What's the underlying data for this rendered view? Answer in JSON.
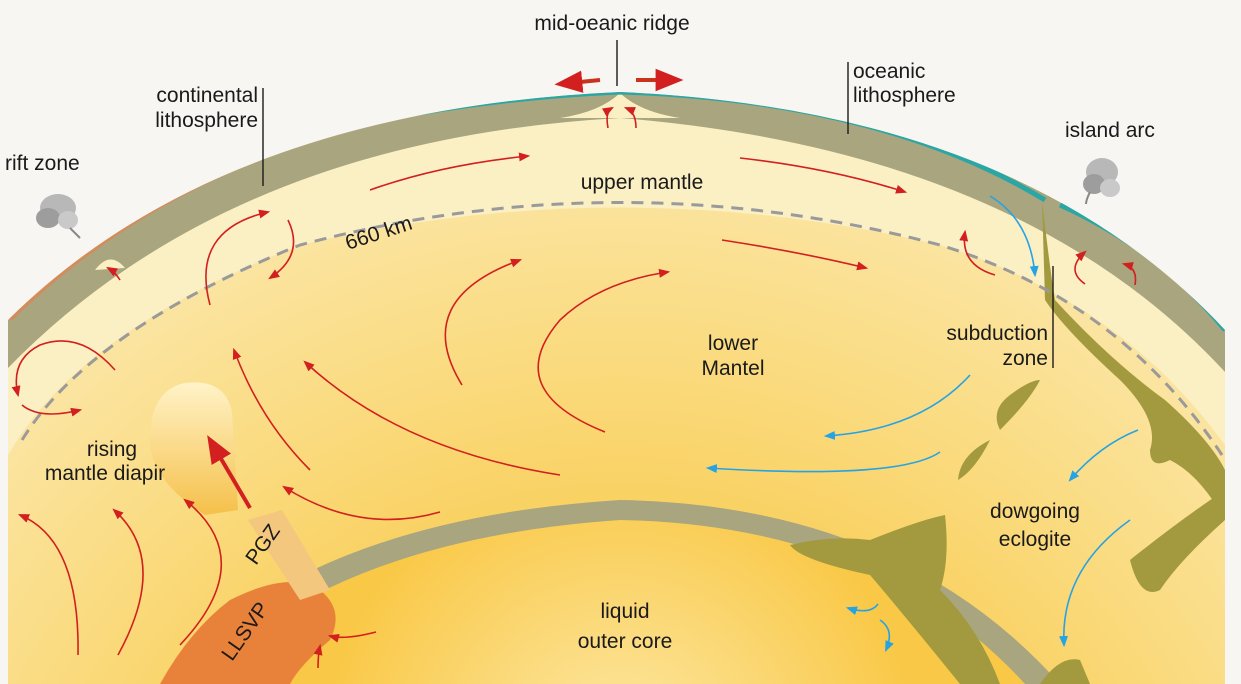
{
  "labels": {
    "mid_oceanic_ridge": "mid-oeanic ridge",
    "oceanic_lithosphere_1": "oceanic",
    "oceanic_lithosphere_2": "lithosphere",
    "continental_lithosphere_1": "continental",
    "continental_lithosphere_2": "lithosphere",
    "rift_zone": "rift zone",
    "island_arc": "island arc",
    "upper_mantle": "upper mantle",
    "depth_660": "660 km",
    "lower_mantle_1": "lower",
    "lower_mantle_2": "Mantel",
    "subduction_zone_1": "subduction",
    "subduction_zone_2": "zone",
    "rising_diapir_1": "rising",
    "rising_diapir_2": "mantle diapir",
    "pgz": "PGZ",
    "llsvp": "LLSVP",
    "downgoing_1": "dowgoing",
    "downgoing_2": "eclogite",
    "outer_core_1": "liquid",
    "outer_core_2": "outer core"
  },
  "colors": {
    "background": "#f7f6f3",
    "upper_mantle": "#fbefc4",
    "lower_mantle": "#f9d977",
    "outer_core": "#fbd560",
    "lithosphere": "#a8a57f",
    "oceanic_crust": "#2aa7a4",
    "continental_crust": "#d38c5c",
    "slab": "#a39a3f",
    "llsvp": "#e8823a",
    "convection_warm": "#d21f1f",
    "convection_cold": "#27a3e3",
    "boundary_660": "#9a9a9a"
  }
}
